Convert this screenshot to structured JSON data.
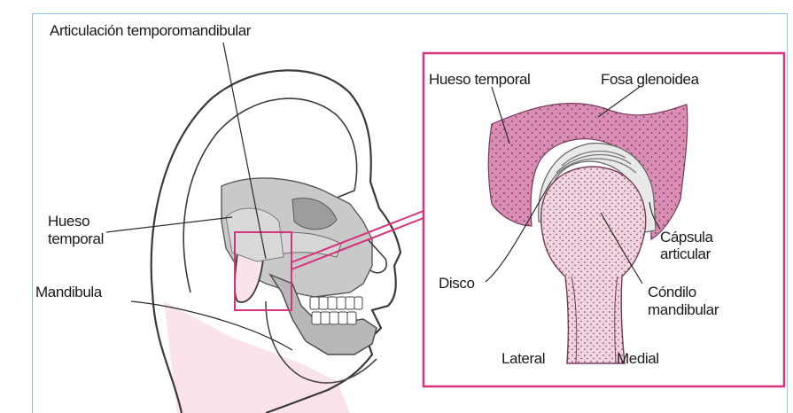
{
  "figure": {
    "labels": {
      "tmj": "Articulación temporomandibular",
      "temporal_bone_line1": "Hueso",
      "temporal_bone_line2": "temporal",
      "mandible": "Mandibula",
      "inset_temporal_bone": "Hueso temporal",
      "glenoid_fossa": "Fosa glenoidea",
      "joint_capsule_line1": "Cápsula",
      "joint_capsule_line2": "articular",
      "disc": "Disco",
      "condyle_line1": "Cóndilo",
      "condyle_line2": "mandibular",
      "lateral": "Lateral",
      "medial": "Medial"
    },
    "colors": {
      "frame_border": "#8ec2e3",
      "accent_magenta": "#d6337f",
      "bone_pink": "#d98cb4",
      "skin_pink": "#fbe3ec",
      "skull_gray": "#c9c9c9",
      "mandible_gray": "#b8b8b8"
    }
  }
}
